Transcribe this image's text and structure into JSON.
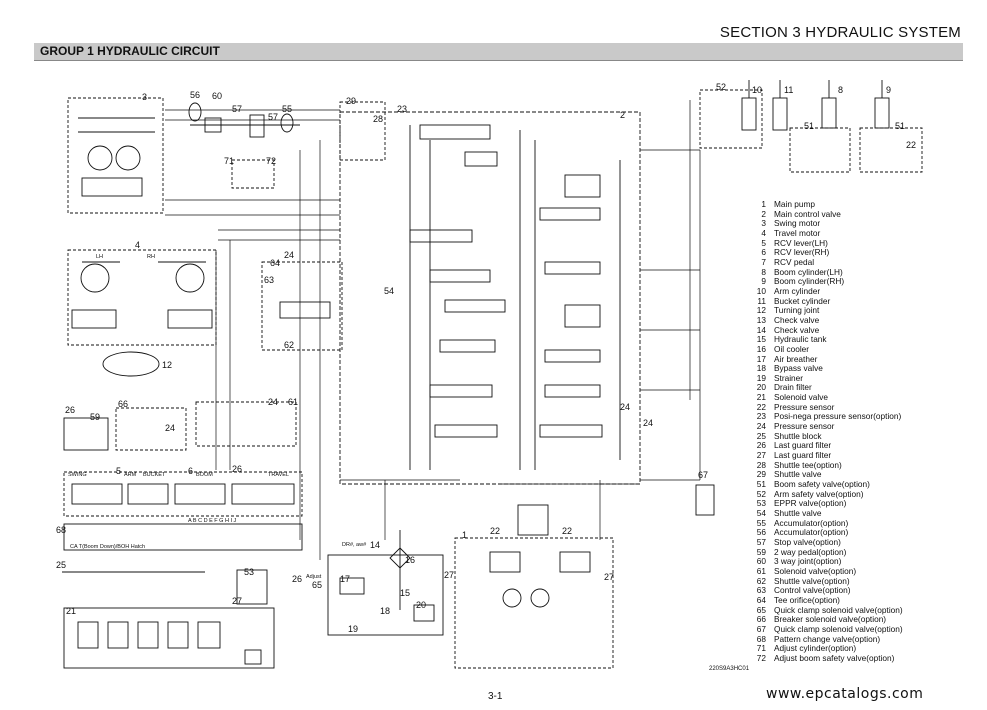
{
  "header": {
    "section_title": "SECTION 3 HYDRAULIC SYSTEM",
    "group_title": "GROUP 1 HYDRAULIC CIRCUIT"
  },
  "legend": [
    {
      "num": "1",
      "label": "Main pump"
    },
    {
      "num": "2",
      "label": "Main control valve"
    },
    {
      "num": "3",
      "label": "Swing motor"
    },
    {
      "num": "4",
      "label": "Travel motor"
    },
    {
      "num": "5",
      "label": "RCV lever(LH)"
    },
    {
      "num": "6",
      "label": "RCV lever(RH)"
    },
    {
      "num": "7",
      "label": "RCV pedal"
    },
    {
      "num": "8",
      "label": "Boom cylinder(LH)"
    },
    {
      "num": "9",
      "label": "Boom cylinder(RH)"
    },
    {
      "num": "10",
      "label": "Arm cylinder"
    },
    {
      "num": "11",
      "label": "Bucket cylinder"
    },
    {
      "num": "12",
      "label": "Turning joint"
    },
    {
      "num": "13",
      "label": "Check valve"
    },
    {
      "num": "14",
      "label": "Check valve"
    },
    {
      "num": "15",
      "label": "Hydraulic tank"
    },
    {
      "num": "16",
      "label": "Oil cooler"
    },
    {
      "num": "17",
      "label": "Air breather"
    },
    {
      "num": "18",
      "label": "Bypass valve"
    },
    {
      "num": "19",
      "label": "Strainer"
    },
    {
      "num": "20",
      "label": "Drain filter"
    },
    {
      "num": "21",
      "label": "Solenoid valve"
    },
    {
      "num": "22",
      "label": "Pressure sensor"
    },
    {
      "num": "23",
      "label": "Posi-nega pressure sensor(option)"
    },
    {
      "num": "24",
      "label": "Pressure sensor"
    },
    {
      "num": "25",
      "label": "Shuttle block"
    },
    {
      "num": "26",
      "label": "Last guard filter"
    },
    {
      "num": "27",
      "label": "Last guard filter"
    },
    {
      "num": "28",
      "label": "Shuttle tee(option)"
    },
    {
      "num": "29",
      "label": "Shuttle valve"
    },
    {
      "num": "51",
      "label": "Boom safety valve(option)"
    },
    {
      "num": "52",
      "label": "Arm safety valve(option)"
    },
    {
      "num": "53",
      "label": "EPPR valve(option)"
    },
    {
      "num": "54",
      "label": "Shuttle valve"
    },
    {
      "num": "55",
      "label": "Accumulator(option)"
    },
    {
      "num": "56",
      "label": "Accumulator(option)"
    },
    {
      "num": "57",
      "label": "Stop valve(option)"
    },
    {
      "num": "59",
      "label": "2 way pedal(option)"
    },
    {
      "num": "60",
      "label": "3 way joint(option)"
    },
    {
      "num": "61",
      "label": "Solenoid valve(option)"
    },
    {
      "num": "62",
      "label": "Shuttle valve(option)"
    },
    {
      "num": "63",
      "label": "Control valve(option)"
    },
    {
      "num": "64",
      "label": "Tee orifice(option)"
    },
    {
      "num": "65",
      "label": "Quick clamp solenoid valve(option)"
    },
    {
      "num": "66",
      "label": "Breaker solenoid valve(option)"
    },
    {
      "num": "67",
      "label": "Quick clamp solenoid valve(option)"
    },
    {
      "num": "68",
      "label": "Pattern change valve(option)"
    },
    {
      "num": "71",
      "label": "Adjust cylinder(option)"
    },
    {
      "num": "72",
      "label": "Adjust boom safety valve(option)"
    }
  ],
  "diagram_labels": {
    "l3": "3",
    "l4": "4",
    "l5": "5",
    "l6": "6",
    "l12": "12",
    "l1": "1",
    "l2": "2",
    "l8": "8",
    "l9": "9",
    "l10": "10",
    "l11": "11",
    "l14": "14",
    "l15": "15",
    "l16": "16",
    "l17": "17",
    "l18": "18",
    "l19": "19",
    "l20": "20",
    "l21": "21",
    "l22": "22",
    "l22b": "22",
    "l23": "23",
    "l24": "24",
    "l25": "25",
    "l26": "26",
    "l26b": "26",
    "l26c": "26",
    "l27": "27",
    "l27b": "27",
    "l27c": "27",
    "l28": "28",
    "l29": "29",
    "l51": "51",
    "l51b": "51",
    "l52": "52",
    "l53": "53",
    "l54": "54",
    "l55": "55",
    "l56": "56",
    "l57": "57",
    "l59": "59",
    "l60": "60",
    "l61": "61",
    "l62": "62",
    "l63": "63",
    "l64": "64",
    "l65": "65",
    "l66": "66",
    "l67": "67",
    "l68": "68",
    "l71": "71",
    "l72": "72",
    "swing": "SWING",
    "arm": "ARM",
    "bucket": "BUCKET",
    "boom": "BOOM",
    "travel": "TRAVEL",
    "lh": "LH",
    "rh": "RH",
    "adjust": "Adjust",
    "drain_note": "DR#, aw#",
    "ca_note": "CA T(Boom Down)/BOH Hatch",
    "ports": "A B C D E F G H I J"
  },
  "footer": {
    "drawing_code": "220S9A3HC01",
    "page_number": "3-1",
    "watermark": "www.epcatalogs.com"
  }
}
